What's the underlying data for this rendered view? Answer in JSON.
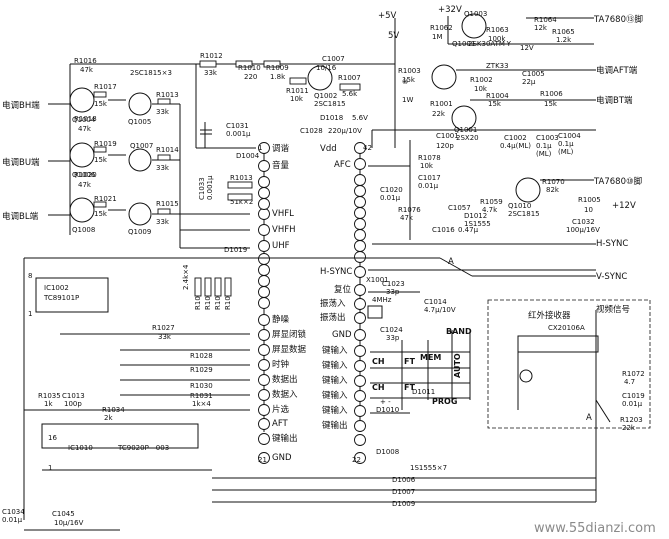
{
  "supply": {
    "v5": "+5V",
    "v5b": "5V",
    "v32": "+32V",
    "v12": "+12V",
    "v12n": "12V"
  },
  "transistors": {
    "q1001": "Q1001",
    "q1001_type": "2SK30ATM-Y",
    "q1002": "Q1002",
    "q1002_type": "2SC1815",
    "q1003": "Q1003",
    "q1004": "Q1004",
    "q1005": "Q1005",
    "q1006": "Q1006",
    "q1007": "Q1007",
    "q1008": "Q1008",
    "q1009": "Q1009",
    "q1010": "Q1010",
    "q1010_type": "2SC1815",
    "q1001b": "Q1001",
    "q1001b_type": "2SX20",
    "q_group": "2SC1815×3"
  },
  "resistors": {
    "r1016": "R1016",
    "r1016v": "47k",
    "r1017": "R1017",
    "r1017v": "15k",
    "r1013a": "R1013",
    "r1013av": "33k",
    "r1018": "R1018",
    "r1018v": "47k",
    "r1019": "R1019",
    "r1019v": "15k",
    "r1014": "R1014",
    "r1014v": "33k",
    "r1020": "R1020",
    "r1020v": "47k",
    "r1021": "R1021",
    "r1021v": "15k",
    "r1015": "R1015",
    "r1015v": "33k",
    "r1012": "R1012",
    "r1012v": "33k",
    "r1010": "R1010",
    "r1010v": "220",
    "r1009": "R1009",
    "r1009v": "1.8k",
    "r1011": "R1011",
    "r1011v": "10k",
    "r1007": "R1007",
    "r1007v": "5.6k",
    "r1062": "R1062",
    "r1062v": "1M",
    "r1063": "R1063",
    "r1063v": "100k",
    "r1064": "R1064",
    "r1064v": "12k",
    "r1065": "R1065",
    "r1065v": "1.2k",
    "r1003": "R1003",
    "r1003v": "15k",
    "r1002": "R1002",
    "r1002v": "10k",
    "r1004": "R1004",
    "r1004v": "15k",
    "r1006": "R1006",
    "r1006v": "15k",
    "r1001": "R1001",
    "r1001v": "22k",
    "r1013b": "R1013",
    "r1013bv": "51k×2",
    "r1078": "R1078",
    "r1078v": "10k",
    "r1076": "R1076",
    "r1076v": "47k",
    "r1059": "R1059",
    "r1059v": "4.7k",
    "r1070": "R1070",
    "r1070v": "82k",
    "r1005": "R1005",
    "r1005v": "10",
    "r1027": "R1027",
    "r1027v": "33k",
    "r1028": "R1028",
    "r1029": "R1029",
    "r1030": "R1030",
    "r1031": "R1031",
    "r1031v": "1k×4",
    "r1022": "R1022",
    "r1023": "R1023",
    "r1024": "R1024",
    "r1025": "R1025",
    "r_group": "2.4k×4",
    "r1035": "R1035",
    "r1035v": "1k",
    "r1034": "R1034",
    "r1034v": "2k",
    "r1072": "R1072",
    "r1072v": "4.7",
    "r1203": "R1203",
    "r1203v": "22k"
  },
  "capacitors": {
    "c1007": "C1007",
    "c1007v": "10/16",
    "c1031": "C1031",
    "c1031v": "0.001μ",
    "c1033": "C1033",
    "c1033v": "0.001μ",
    "c1028": "C1028",
    "c1028v": "220μ/10V",
    "c1005": "C1005",
    "c1005v": "22μ",
    "c1001": "C1001",
    "c1001v": "120p",
    "c1002": "C1002",
    "c1002v": "0.4μ(ML)",
    "c1003": "C1003",
    "c1003v": "0.1μ",
    "c1003ml": "(ML)",
    "c1004": "C1004",
    "c1004v": "0.1μ",
    "c1004ml": "(ML)",
    "c1017": "C1017",
    "c1017v": "0.01μ",
    "c1020": "C1020",
    "c1020v": "0.01μ",
    "c1016": "C1016",
    "c1016v": "0.47μ",
    "c1057": "C1057",
    "c1032": "C1032",
    "c1032v": "100μ/16V",
    "c1023": "C1023",
    "c1023v": "33p",
    "c1024": "C1024",
    "c1024v": "33p",
    "c1014": "C1014",
    "c1014v": "4.7μ/10V",
    "c1013": "C1013",
    "c1013v": "100p",
    "c1034": "C1034",
    "c1034v": "0.01μ",
    "c1045": "C1045",
    "c1045v": "10μ/16V",
    "c1019": "C1019",
    "c1019v": "0.01μ"
  },
  "diodes": {
    "d1004": "D1004",
    "d1018": "D1018",
    "d1018v": "5.6V",
    "d1012": "D1012",
    "d1012v": "1S1555",
    "zt": "ZTK33",
    "d1019": "D1019",
    "d1010": "D1010",
    "d1011": "D1011",
    "d1008": "D1008",
    "d1006": "D1006",
    "d1007": "D1007",
    "d1009": "D1009",
    "d_group": "1S1555×7"
  },
  "ic_main": {
    "pins_left": [
      "调谐",
      "音量",
      "VHFL",
      "VHFH",
      "UHF",
      "静噪",
      "屏显闭锁",
      "屏显数据",
      "时钟",
      "数据出",
      "数据入",
      "片选",
      "AFT",
      "键输出",
      "GND"
    ],
    "pins_right": [
      "Vdd",
      "AFC",
      "H-SYNC",
      "复位",
      "振荡入",
      "振荡出",
      "GND",
      "键输入",
      "键输入",
      "键输入",
      "键输入",
      "键输入",
      "键输出"
    ],
    "pin1": "1",
    "pin21": "21",
    "pin42": "42",
    "pin22": "22",
    "x1001": "X1001",
    "xtal": "4MHz",
    "ch": "CH",
    "ft": "FT",
    "mem": "MEM",
    "band": "BAND",
    "auto": "AUTO",
    "prog": "PROG",
    "tr": "+ -"
  },
  "ic1002": {
    "name": "IC1002",
    "type": "TC89101P",
    "pin1": "1",
    "pin8": "8"
  },
  "ic1010": {
    "name": "IC1010",
    "type": "TC9020P—003",
    "pin1": "1",
    "pin16": "16"
  },
  "ir": {
    "title": "红外接收器",
    "type": "CX20106A"
  },
  "io": {
    "bh": "电调BH端",
    "bu": "电调BU端",
    "bl": "电调BL端",
    "ta_u": "TA7680⑬脚",
    "aft": "电调AFT端",
    "bt": "电调BT端",
    "ta_l": "TA7680⑩脚",
    "hsync": "H-SYNC",
    "vsync": "V-SYNC",
    "video": "视频信号",
    "a1": "A",
    "a2": "A",
    "ten": "⑩",
    "one_w": "1W"
  },
  "watermark": "www.55dianzi.com"
}
